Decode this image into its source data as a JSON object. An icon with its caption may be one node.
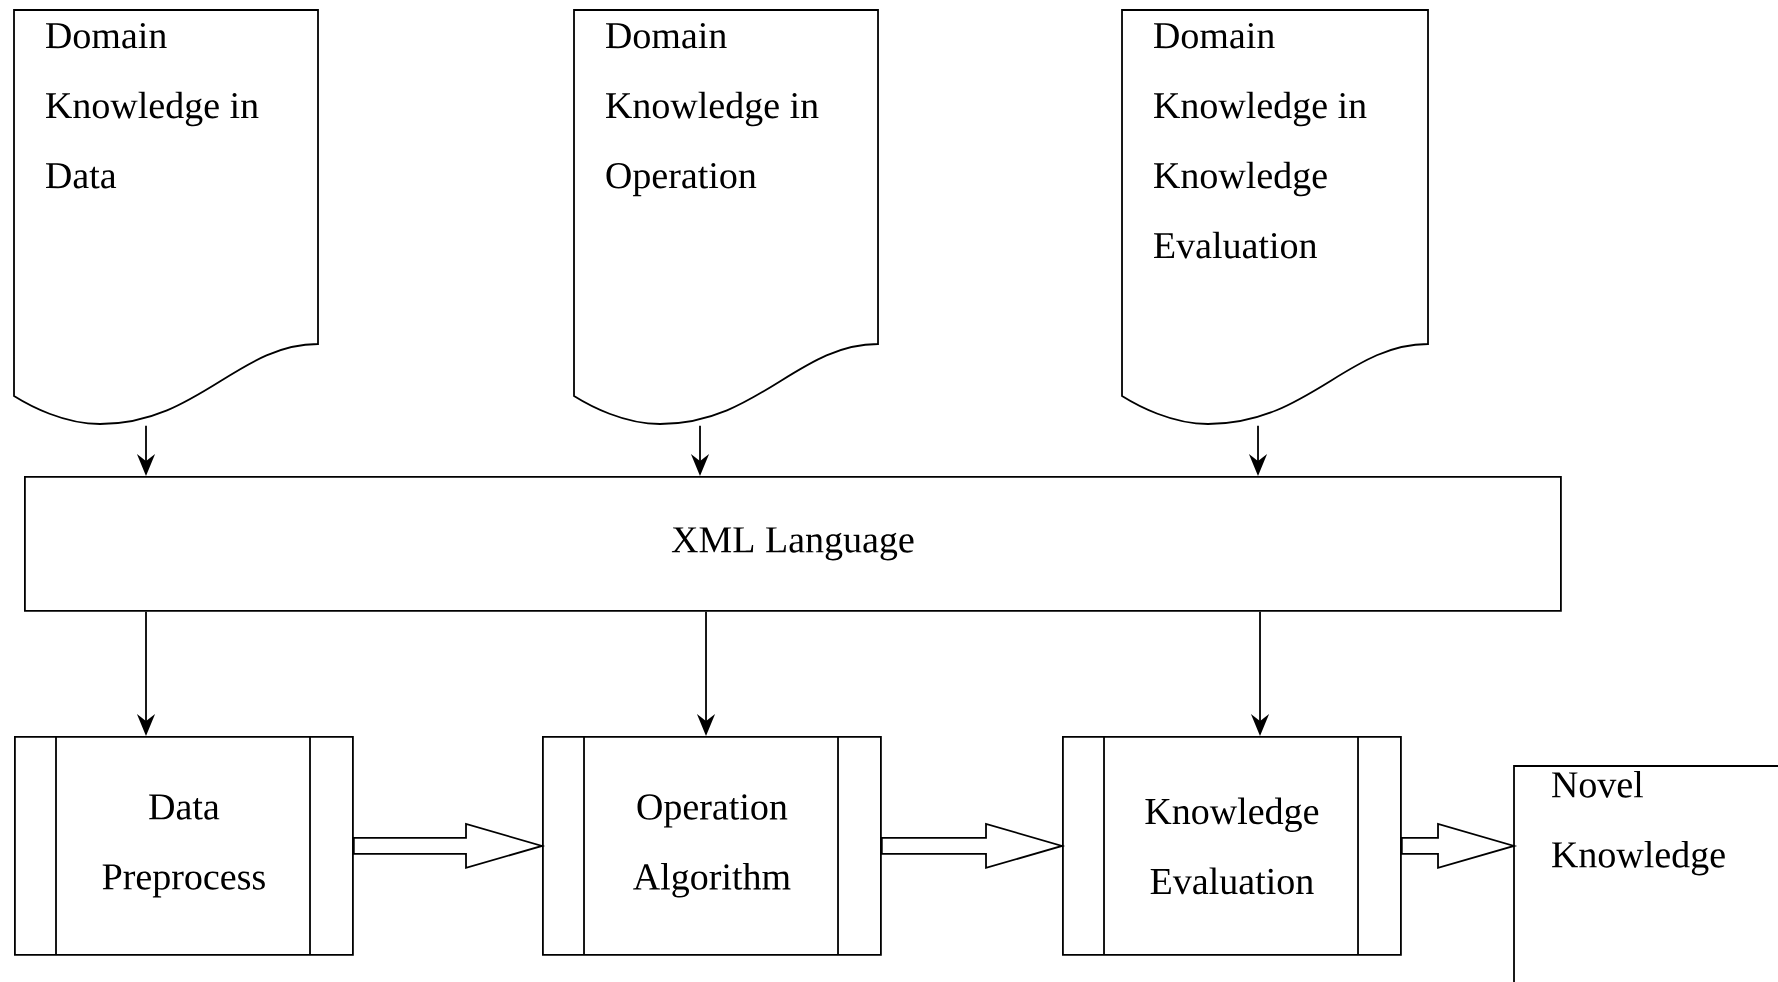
{
  "diagram": {
    "nodes": [
      {
        "text": [
          "Domain Knowledge in Data"
        ]
      },
      {
        "text": [
          "Domain Knowledge in Operation"
        ]
      },
      {
        "text": [
          "Domain Knowledge in Knowledge Evaluation"
        ]
      },
      {
        "text": [
          "XML Language"
        ]
      },
      {
        "text": [
          "Data Preprocess"
        ]
      },
      {
        "text": [
          "Operation Algorithm"
        ]
      },
      {
        "text": [
          "Knowledge Evaluation"
        ]
      },
      {
        "text": [
          "Novel Knowledge"
        ]
      }
    ],
    "edges": [
      {
        "from": 0,
        "to": 3,
        "arrow": "to"
      },
      {
        "from": 1,
        "to": 3,
        "arrow": "to"
      },
      {
        "from": 2,
        "to": 3,
        "arrow": "to"
      },
      {
        "from": 3,
        "to": 4,
        "arrow": "to"
      },
      {
        "from": 3,
        "to": 5,
        "arrow": "to"
      },
      {
        "from": 3,
        "to": 6,
        "arrow": "to"
      },
      {
        "from": 4,
        "to": 5,
        "arrow": "to",
        "style": "thick"
      },
      {
        "from": 5,
        "to": 6,
        "arrow": "to",
        "style": "thick"
      },
      {
        "from": 6,
        "to": 7,
        "arrow": "to",
        "style": "thick"
      }
    ]
  }
}
